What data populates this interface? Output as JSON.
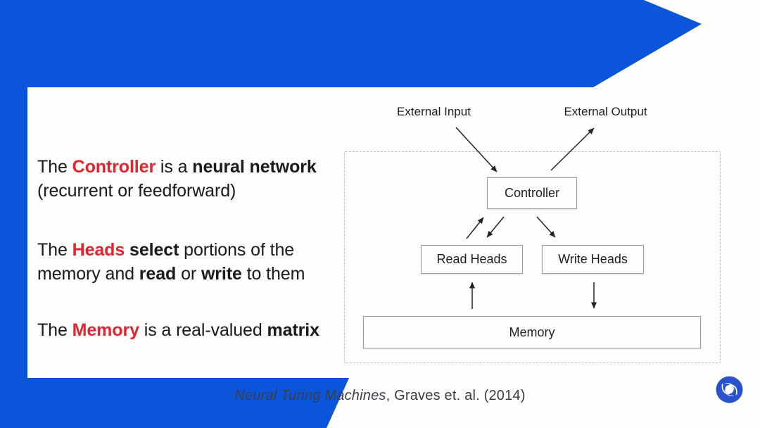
{
  "colors": {
    "background_blue": "#0a55d9",
    "accent_red": "#e92431",
    "body_text": "#1c1c1c",
    "caption_text": "#3d3d47",
    "box_border": "#9d9d9d"
  },
  "bullets": [
    {
      "segs": [
        {
          "t": "The "
        },
        {
          "t": "Controller"
        },
        {
          "t": " is a "
        },
        {
          "t": "neural network"
        },
        {
          "t": "(recurrent or feedforward)"
        }
      ]
    },
    {
      "segs": [
        {
          "t": "The "
        },
        {
          "t": "Heads"
        },
        {
          "t": " select"
        },
        {
          "t": " portions of the"
        },
        {
          "t": "memory and "
        },
        {
          "t": "read"
        },
        {
          "t": " or "
        },
        {
          "t": "write"
        },
        {
          "t": " to them"
        }
      ]
    },
    {
      "segs": [
        {
          "t": "The "
        },
        {
          "t": "Memory"
        },
        {
          "t": " is a real-valued "
        },
        {
          "t": "matrix"
        }
      ]
    }
  ],
  "diagram": {
    "external_input": "External Input",
    "external_output": "External Output",
    "controller": "Controller",
    "read_heads": "Read Heads",
    "write_heads": "Write Heads",
    "memory": "Memory",
    "edges": [
      {
        "from": "External Input",
        "to": "Controller"
      },
      {
        "from": "Controller",
        "to": "External Output"
      },
      {
        "from": "Read Heads",
        "to": "Controller"
      },
      {
        "from": "Controller",
        "to": "Read Heads"
      },
      {
        "from": "Controller",
        "to": "Write Heads"
      },
      {
        "from": "Memory",
        "to": "Read Heads"
      },
      {
        "from": "Write Heads",
        "to": "Memory"
      }
    ]
  },
  "caption": {
    "title": "Neural Turing Machines",
    "rest": ", Graves et. al. (2014)"
  },
  "logo": {
    "icon": "swirl-icon"
  }
}
